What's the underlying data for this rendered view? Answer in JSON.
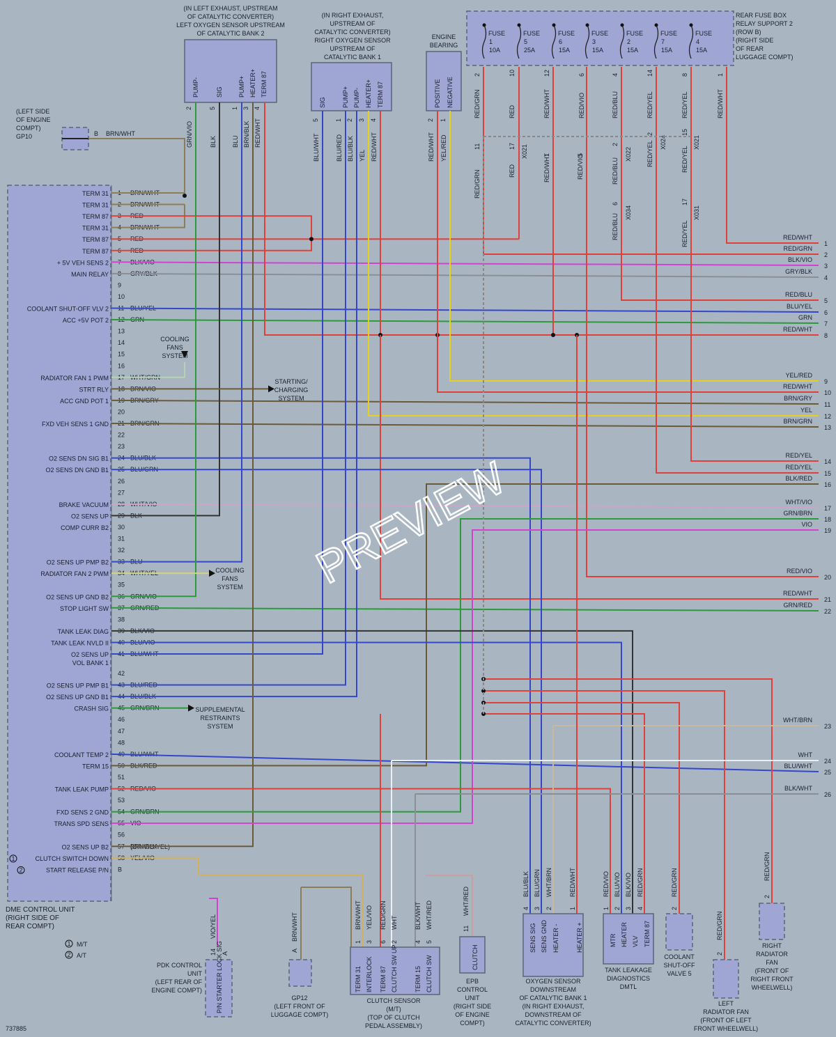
{
  "diagram_id": "737885",
  "watermark": "PREVIEW",
  "dme": {
    "title": [
      "DME CONTROL UNIT",
      "(RIGHT SIDE OF",
      "REAR COMPT)"
    ],
    "pins": [
      {
        "n": "1",
        "func": "TERM 31",
        "wire": "BRN/WHT"
      },
      {
        "n": "2",
        "func": "TERM 31",
        "wire": "BRN/WHT"
      },
      {
        "n": "3",
        "func": "TERM 87",
        "wire": "RED"
      },
      {
        "n": "4",
        "func": "TERM 31",
        "wire": "BRN/WHT"
      },
      {
        "n": "5",
        "func": "TERM 87",
        "wire": "RED"
      },
      {
        "n": "6",
        "func": "TERM 87",
        "wire": "RED"
      },
      {
        "n": "7",
        "func": "+ 5V VEH SENS 2",
        "wire": "BLK/VIO"
      },
      {
        "n": "8",
        "func": "MAIN RELAY",
        "wire": "GRY/BLK"
      },
      {
        "n": "9",
        "func": "",
        "wire": ""
      },
      {
        "n": "10",
        "func": "",
        "wire": ""
      },
      {
        "n": "11",
        "func": "COOLANT SHUT-OFF VLV 2",
        "wire": "BLU/YEL"
      },
      {
        "n": "12",
        "func": "ACC +5V POT 2",
        "wire": "GRN"
      },
      {
        "n": "13",
        "func": "",
        "wire": ""
      },
      {
        "n": "14",
        "func": "",
        "wire": ""
      },
      {
        "n": "15",
        "func": "",
        "wire": ""
      },
      {
        "n": "16",
        "func": "",
        "wire": ""
      },
      {
        "n": "17",
        "func": "RADIATOR FAN 1 PWM",
        "wire": "WHT/GRN"
      },
      {
        "n": "18",
        "func": "STRT RLY",
        "wire": "BRN/VIO"
      },
      {
        "n": "19",
        "func": "ACC GND POT 1",
        "wire": "BRN/GRY"
      },
      {
        "n": "20",
        "func": "",
        "wire": ""
      },
      {
        "n": "21",
        "func": "FXD VEH SENS 1 GND",
        "wire": "BRN/GRN"
      },
      {
        "n": "22",
        "func": "",
        "wire": ""
      },
      {
        "n": "23",
        "func": "",
        "wire": ""
      },
      {
        "n": "24",
        "func": "O2 SENS DN SIG B1",
        "wire": "BLU/BLK"
      },
      {
        "n": "25",
        "func": "O2 SENS DN GND B1",
        "wire": "BLU/GRN"
      },
      {
        "n": "26",
        "func": "",
        "wire": ""
      },
      {
        "n": "27",
        "func": "",
        "wire": ""
      },
      {
        "n": "28",
        "func": "BRAKE VACUUM",
        "wire": "WHT/VIO"
      },
      {
        "n": "29",
        "func": "O2 SENS UP",
        "wire": "BLK"
      },
      {
        "n": "30",
        "func": "COMP CURR B2",
        "wire": ""
      },
      {
        "n": "31",
        "func": "",
        "wire": ""
      },
      {
        "n": "32",
        "func": "",
        "wire": ""
      },
      {
        "n": "33",
        "func": "O2 SENS UP PMP B2",
        "wire": "BLU"
      },
      {
        "n": "34",
        "func": "RADIATOR FAN 2 PWM",
        "wire": "WHT/YEL"
      },
      {
        "n": "35",
        "func": "",
        "wire": ""
      },
      {
        "n": "36",
        "func": "O2 SENS UP GND B2",
        "wire": "GRN/VIO"
      },
      {
        "n": "37",
        "func": "STOP LIGHT SW",
        "wire": "GRN/RED"
      },
      {
        "n": "38",
        "func": "",
        "wire": ""
      },
      {
        "n": "39",
        "func": "TANK LEAK DIAG",
        "wire": "BLK/VIO"
      },
      {
        "n": "40",
        "func": "TANK LEAK NVLD II",
        "wire": "BLU/VIO"
      },
      {
        "n": "41",
        "func": "O2 SENS UP",
        "wire": "BLU/WHT"
      },
      {
        "n": "41b",
        "func": "VOL BANK 1",
        "wire": ""
      },
      {
        "n": "42",
        "func": "",
        "wire": ""
      },
      {
        "n": "43",
        "func": "O2 SENS UP PMP B1",
        "wire": "BLU/RED"
      },
      {
        "n": "44",
        "func": "O2 SENS UP GND B1",
        "wire": "BLU/BLK"
      },
      {
        "n": "45",
        "func": "CRASH SIG",
        "wire": "GRN/BRN"
      },
      {
        "n": "46",
        "func": "",
        "wire": ""
      },
      {
        "n": "47",
        "func": "",
        "wire": ""
      },
      {
        "n": "48",
        "func": "",
        "wire": ""
      },
      {
        "n": "49",
        "func": "COOLANT TEMP 2",
        "wire": "BLU/WHT"
      },
      {
        "n": "50",
        "func": "TERM 15",
        "wire": "BLK/RED"
      },
      {
        "n": "51",
        "func": "",
        "wire": ""
      },
      {
        "n": "52",
        "func": "TANK LEAK PUMP",
        "wire": "RED/VIO"
      },
      {
        "n": "53",
        "func": "",
        "wire": ""
      },
      {
        "n": "54",
        "func": "FXD SENS 2 GND",
        "wire": "GRN/BRN"
      },
      {
        "n": "55",
        "func": "TRANS SPD SENS",
        "wire": "VIO"
      },
      {
        "n": "56",
        "func": "",
        "wire": ""
      },
      {
        "n": "57",
        "func": "O2 SENS UP B2",
        "wire": "BRN/BLK"
      },
      {
        "n": "58",
        "func": "CLUTCH SWITCH DOWN",
        "wire": "YEL/VIO"
      },
      {
        "n": "B",
        "func": "START RELEASE P/N",
        "wire": ""
      }
    ],
    "pin58_alt": "(OR VIO/YEL)",
    "pin_b_wire": "YEL/VIO",
    "legend": [
      {
        "k": "1",
        "v": "M/T"
      },
      {
        "k": "2",
        "v": "A/T"
      }
    ]
  },
  "right_connectors": [
    {
      "n": "1",
      "wire": "RED/WHT"
    },
    {
      "n": "2",
      "wire": "RED/GRN"
    },
    {
      "n": "3",
      "wire": "BLK/VIO"
    },
    {
      "n": "4",
      "wire": "GRY/BLK"
    },
    {
      "n": "5",
      "wire": "RED/BLU"
    },
    {
      "n": "6",
      "wire": "BLU/YEL"
    },
    {
      "n": "7",
      "wire": "GRN"
    },
    {
      "n": "8",
      "wire": "RED/WHT"
    },
    {
      "n": "9",
      "wire": "YEL/RED"
    },
    {
      "n": "10",
      "wire": "RED/WHT"
    },
    {
      "n": "11",
      "wire": "BRN/GRY"
    },
    {
      "n": "12",
      "wire": "YEL"
    },
    {
      "n": "13",
      "wire": "BRN/GRN"
    },
    {
      "n": "14",
      "wire": "RED/YEL"
    },
    {
      "n": "15",
      "wire": "RED/YEL"
    },
    {
      "n": "16",
      "wire": "BLK/RED"
    },
    {
      "n": "17",
      "wire": "WHT/VIO"
    },
    {
      "n": "18",
      "wire": "GRN/BRN"
    },
    {
      "n": "19",
      "wire": "VIO"
    },
    {
      "n": "20",
      "wire": "RED/VIO"
    },
    {
      "n": "21",
      "wire": "RED/WHT"
    },
    {
      "n": "22",
      "wire": "GRN/RED"
    },
    {
      "n": "23",
      "wire": "WHT/BRN"
    },
    {
      "n": "24",
      "wire": "WHT"
    },
    {
      "n": "25",
      "wire": "BLU/WHT"
    },
    {
      "n": "26",
      "wire": "BLK/WHT"
    }
  ],
  "fuse_box": {
    "title": [
      "REAR FUSE BOX",
      "RELAY SUPPORT 2",
      "(ROW B)",
      "(RIGHT SIDE",
      "OF REAR",
      "LUGGAGE COMPT)"
    ],
    "fuses": [
      {
        "label": "FUSE",
        "num": "1",
        "amp": "10A"
      },
      {
        "label": "FUSE",
        "num": "5",
        "amp": "25A"
      },
      {
        "label": "FUSE",
        "num": "6",
        "amp": "15A"
      },
      {
        "label": "FUSE",
        "num": "3",
        "amp": "15A"
      },
      {
        "label": "FUSE",
        "num": "2",
        "amp": "15A"
      },
      {
        "label": "FUSE",
        "num": "7",
        "amp": "15A"
      },
      {
        "label": "FUSE",
        "num": "4",
        "amp": "15A"
      }
    ],
    "pins": [
      "2",
      "10",
      "12",
      "6",
      "4",
      "14",
      "8",
      "1"
    ],
    "wires": [
      "RED/GRN",
      "RED",
      "RED/WHT",
      "RED/VIO",
      "RED/BLU",
      "RED/YEL",
      "RED/YEL",
      "RED/WHT"
    ]
  },
  "connectors_x": {
    "pins": [
      "11",
      "17",
      "1",
      "5",
      "2",
      "2",
      "15",
      "17",
      "6"
    ],
    "ids": [
      "X021",
      "X022",
      "X024",
      "X021",
      "X031",
      "X034"
    ]
  },
  "o2_left": {
    "title": [
      "(IN LEFT EXHAUST, UPSTREAM",
      "OF CATALYTIC CONVERTER)",
      "LEFT OXYGEN SENSOR UPSTREAM",
      "OF CATALYTIC BANK 2"
    ],
    "pins": [
      {
        "func": "PUMP-",
        "n": "2",
        "wire": "GRN/VIO"
      },
      {
        "func": "SIG",
        "n": "5",
        "wire": "BLK"
      },
      {
        "func": "PUMP+",
        "n": "1",
        "wire": "BLU"
      },
      {
        "func": "HEATER+",
        "n": "3",
        "wire": "BRN/BLK"
      },
      {
        "func": "TERM 87",
        "n": "4",
        "wire": "RED/WHT"
      }
    ]
  },
  "o2_right": {
    "title": [
      "(IN RIGHT EXHAUST,",
      "UPSTREAM OF",
      "CATALYTIC CONVERTER)",
      "RIGHT OXYGEN SENSOR",
      "UPSTREAM OF",
      "CATALYTIC BANK 1"
    ],
    "pins": [
      {
        "func": "SIG",
        "n": "5",
        "wire": "BLU/WHT"
      },
      {
        "func": "PUMP+",
        "n": "1",
        "wire": "BLU/RED"
      },
      {
        "func": "PUMP-",
        "n": "2",
        "wire": "BLU/BLK"
      },
      {
        "func": "HEATER+",
        "n": "3",
        "wire": "YEL"
      },
      {
        "func": "TERM 87",
        "n": "4",
        "wire": "RED/WHT"
      }
    ]
  },
  "engine_bearing": {
    "title": [
      "ENGINE",
      "BEARING"
    ],
    "pins": [
      {
        "func": "POSITIVE",
        "n": "2",
        "wire": "RED/WHT"
      },
      {
        "func": "NEGATIVE",
        "n": "1",
        "wire": "YEL/RED"
      }
    ]
  },
  "gp10": {
    "title": [
      "(LEFT SIDE",
      "OF ENGINE",
      "COMPT)",
      "GP10"
    ],
    "pin": "B",
    "wire": "BRN/WHT"
  },
  "cooling_fans": [
    "COOLING",
    "FANS",
    "SYSTEM"
  ],
  "starting": [
    "STARTING/",
    "CHARGING",
    "SYSTEM"
  ],
  "restraints": [
    "SUPPLEMENTAL",
    "RESTRAINTS",
    "SYSTEM"
  ],
  "bottom": {
    "pdk": {
      "title": [
        "PDK CONTROL",
        "UNIT",
        "(LEFT REAR OF",
        "ENGINE COMPT)"
      ],
      "func": "P/N STARTER LOCK SIG",
      "n": "14",
      "pin": "A",
      "wire": "VIO/YEL"
    },
    "gp12": {
      "title": [
        "GP12",
        "(LEFT FRONT OF",
        "LUGGAGE COMPT)"
      ],
      "pin": "A",
      "wire": "BRN/WHT"
    },
    "clutch": {
      "title": [
        "CLUTCH SENSOR",
        "(M/T)",
        "(TOP OF CLUTCH",
        "PEDAL ASSEMBLY)"
      ],
      "pins": [
        {
          "func": "TERM 31",
          "n": "1",
          "wire": "BRN/WHT"
        },
        {
          "func": "INTERLOCK",
          "n": "3",
          "wire": "YEL/VIO"
        },
        {
          "func": "TERM 87",
          "n": "6",
          "wire": "RED/GRN"
        },
        {
          "func": "CLUTCH SW UP",
          "n": "2",
          "wire": "WHT"
        },
        {
          "func": "TERM 15",
          "n": "4",
          "wire": "BLK/WHT"
        },
        {
          "func": "CLUTCH SW",
          "n": "5",
          "wire": "WHT/RED"
        }
      ]
    },
    "epb": {
      "title": [
        "EPB",
        "CONTROL",
        "UNIT",
        "(RIGHT SIDE",
        "OF ENGINE",
        "COMPT)"
      ],
      "func": "CLUTCH",
      "n": "11",
      "wire": "WHT/RED"
    },
    "o2_down": {
      "title": [
        "OXYGEN SENSOR",
        "DOWNSTREAM",
        "OF CATALYTIC BANK 1",
        "(IN RIGHT EXHAUST,",
        "DOWNSTREAM OF",
        "CATALYTIC CONVERTER)"
      ],
      "pins": [
        {
          "func": "SENS SIG",
          "n": "4",
          "wire": "BLU/BLK"
        },
        {
          "func": "SENS GND",
          "n": "3",
          "wire": "BLU/GRN"
        },
        {
          "func": "HEATER -",
          "n": "2",
          "wire": "WHT/BRN"
        },
        {
          "func": "HEATER +",
          "n": "1",
          "wire": "RED/WHT"
        }
      ]
    },
    "dmtl": {
      "title": [
        "TANK LEAKAGE",
        "DIAGNOSTICS",
        "DMTL"
      ],
      "pins": [
        {
          "func": "MTR",
          "n": "1",
          "wire": "RED/VIO"
        },
        {
          "func": "HEATER",
          "n": "2",
          "wire": "BLU/VIO"
        },
        {
          "func": "VLV",
          "n": "3",
          "wire": "BLK/VIO"
        },
        {
          "func": "TERM 87",
          "n": "4",
          "wire": "RED/GRN"
        }
      ]
    },
    "coolant": {
      "title": [
        "COOLANT",
        "SHUT-OFF",
        "VALVE 5"
      ],
      "n": "2",
      "wire": "RED/GRN"
    },
    "left_fan": {
      "title": [
        "LEFT",
        "RADIATOR FAN",
        "(FRONT OF LEFT",
        "FRONT WHEELWELL)"
      ],
      "n": "2",
      "wire": "RED/GRN"
    },
    "right_fan": {
      "title": [
        "RIGHT",
        "RADIATOR",
        "FAN",
        "(FRONT OF",
        "RIGHT FRONT",
        "WHEELWELL)"
      ],
      "n": "2",
      "wire": "RED/GRN"
    }
  },
  "colors": {
    "red": "#e0403a",
    "brn": "#6b5a3a",
    "blu": "#3346cc",
    "grn": "#2a9a3a",
    "yel": "#e6d21e",
    "vio": "#d043d0",
    "blk": "#333333",
    "gry": "#8a8f95",
    "wht": "#e9eef2",
    "brnwht": "#8d7c5a"
  }
}
